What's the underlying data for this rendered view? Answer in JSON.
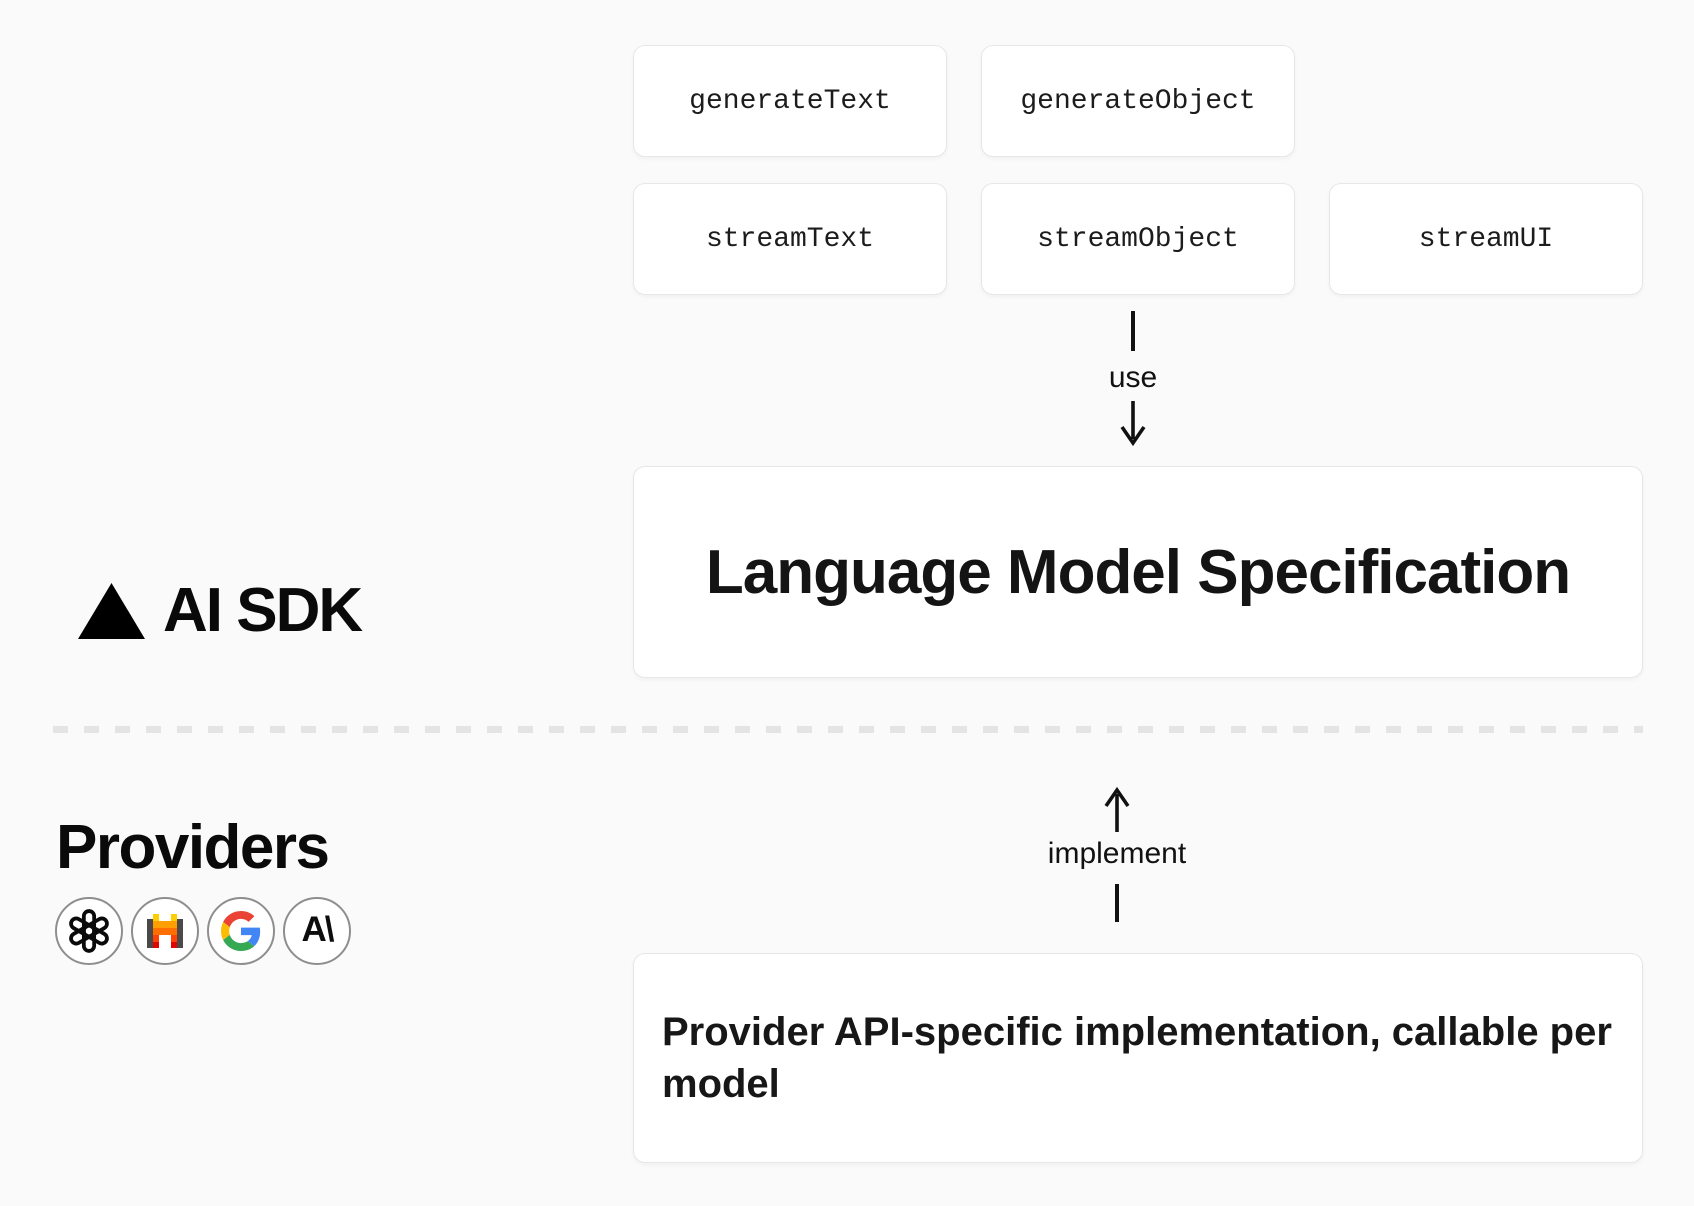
{
  "page": {
    "background": "#fafafa"
  },
  "sdk": {
    "logo_label": "AI SDK",
    "function_boxes": [
      {
        "label": "generateText"
      },
      {
        "label": "generateObject"
      },
      {
        "label": "streamText"
      },
      {
        "label": "streamObject"
      },
      {
        "label": "streamUI"
      }
    ],
    "use_label": "use",
    "spec_title": "Language Model Specification"
  },
  "providers": {
    "heading": "Providers",
    "implement_label": "implement",
    "implementation_text": "Provider API-specific implementation, callable per model",
    "icons": [
      {
        "name": "openai-icon"
      },
      {
        "name": "mistral-icon"
      },
      {
        "name": "google-icon"
      },
      {
        "name": "anthropic-icon",
        "glyph": "A\\"
      }
    ]
  },
  "colors": {
    "box_border": "#e7e7e7",
    "box_background": "#ffffff",
    "text": "#111111",
    "divider_dash": "#e4e4e4"
  }
}
